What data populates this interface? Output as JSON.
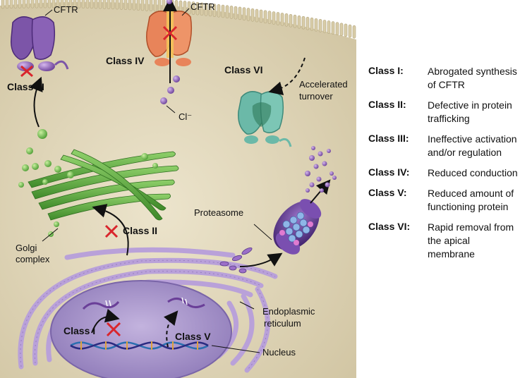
{
  "diagram": {
    "labels": {
      "cftr_left": "CFTR",
      "cftr_mid": "CFTR",
      "class_iii": "Class III",
      "class_iv": "Class IV",
      "class_vi": "Class VI",
      "accelerated_turnover": "Accelerated turnover",
      "chloride": "Cl⁻",
      "proteasome": "Proteasome",
      "class_ii": "Class II",
      "golgi_complex": "Golgi complex",
      "endoplasmic_reticulum": "Endoplasmic reticulum",
      "class_i": "Class I",
      "class_v": "Class V",
      "nucleus": "Nucleus"
    },
    "colors": {
      "cytoplasm": "#e3d9bd",
      "golgi": "#5aa83c",
      "er": "#b39ad3",
      "nucleus": "#9f8cc6",
      "cftr_class_iii": "#7c55a8",
      "cftr_class_iv": "#e8845a",
      "cftr_class_vi": "#6bb9a8",
      "inhibit_mark": "#d9252c"
    }
  },
  "legend": [
    {
      "key": "Class I:",
      "desc": "Abrogated synthesis of CFTR"
    },
    {
      "key": "Class II:",
      "desc": "Defective in protein trafficking"
    },
    {
      "key": "Class III:",
      "desc": "Ineffective activation and/or regulation"
    },
    {
      "key": "Class IV:",
      "desc": "Reduced conduction"
    },
    {
      "key": "Class V:",
      "desc": "Reduced amount of functioning protein"
    },
    {
      "key": "Class VI:",
      "desc": "Rapid removal from the apical membrane"
    }
  ]
}
